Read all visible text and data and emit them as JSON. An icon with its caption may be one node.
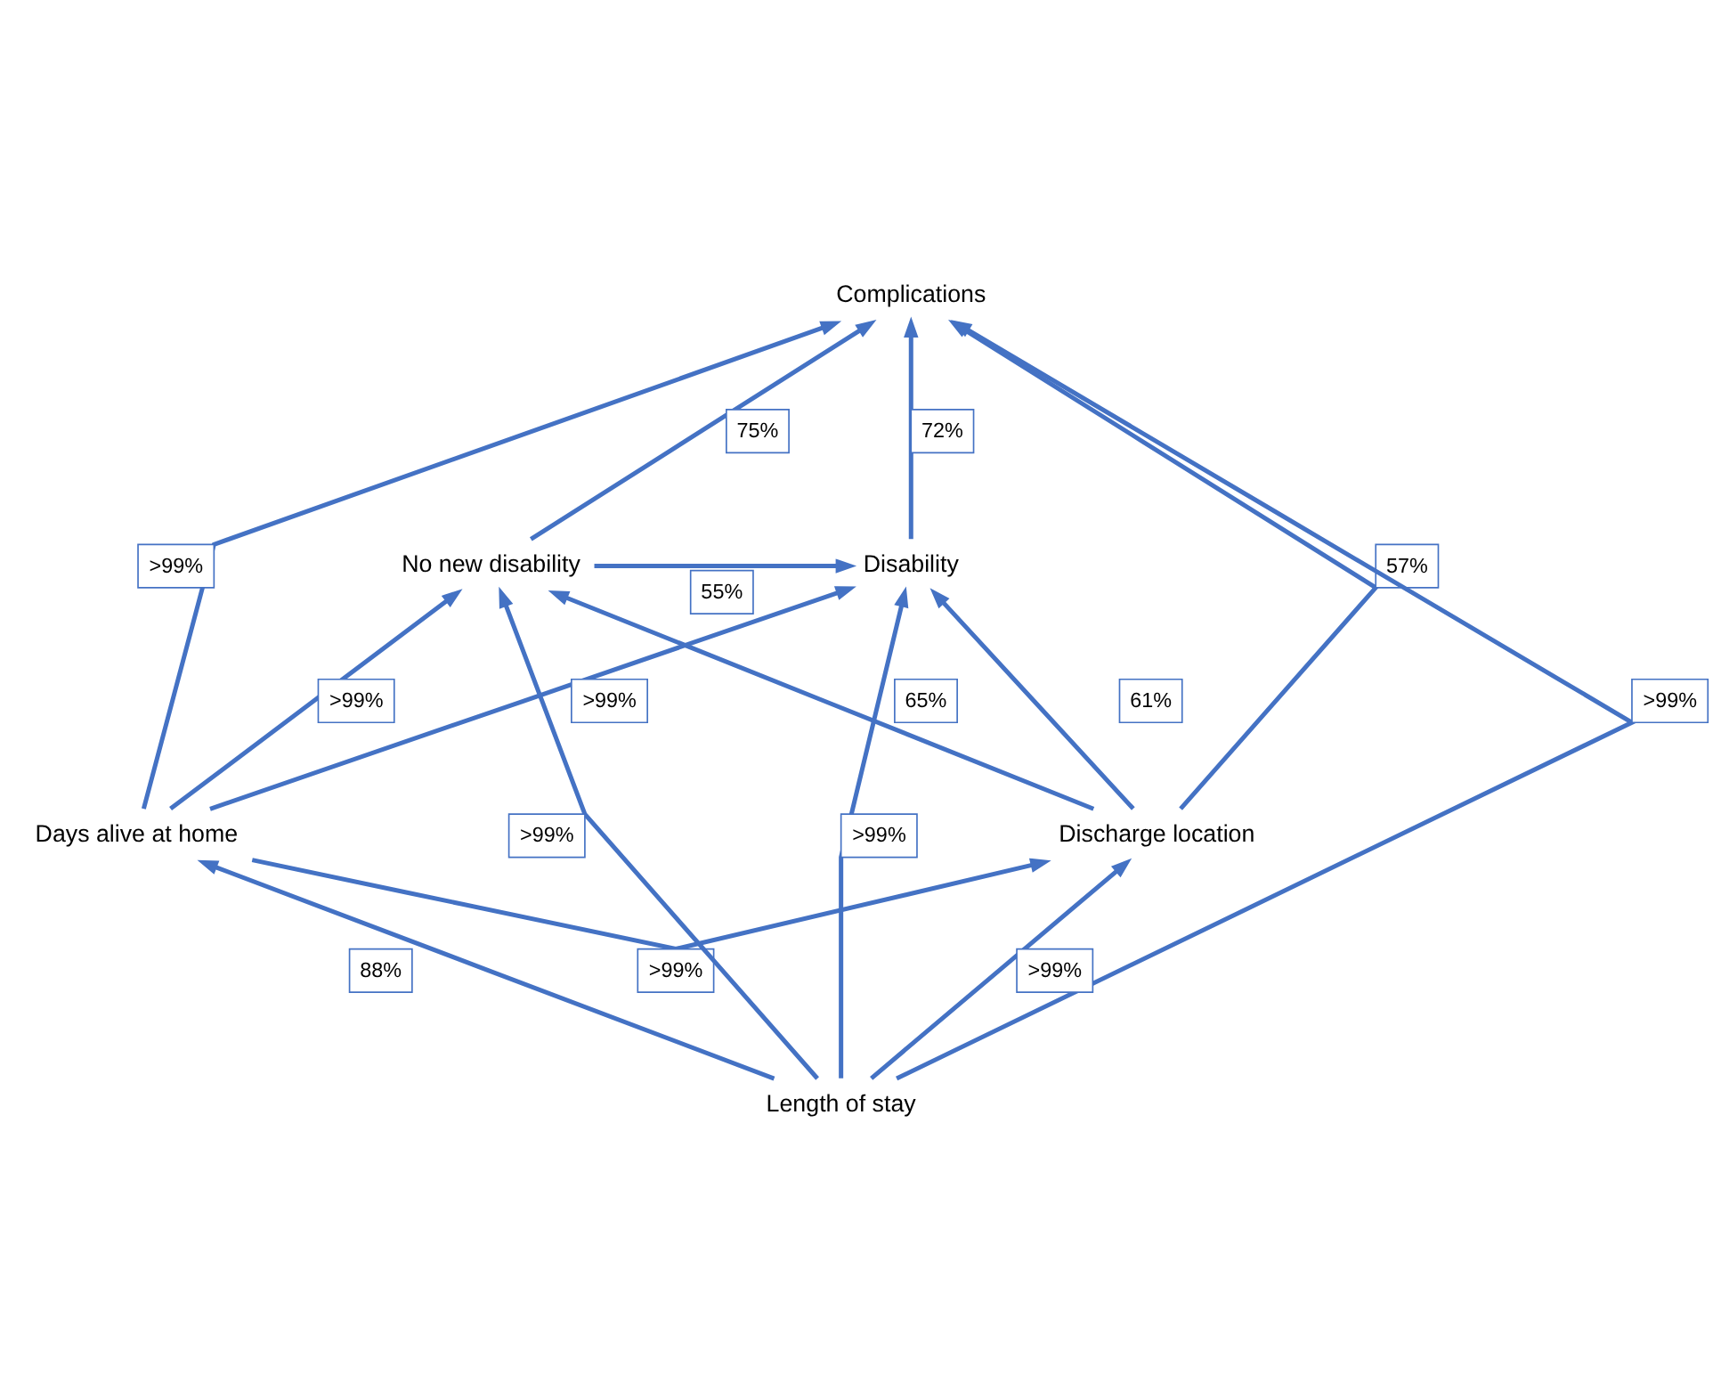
{
  "diagram": {
    "nodes": [
      {
        "text": [
          "Complications"
        ]
      },
      {
        "text": [
          "Disability"
        ]
      },
      {
        "text": [
          "No new disability"
        ]
      },
      {
        "text": [
          "Discharge location"
        ]
      },
      {
        "text": [
          "Days alive at home"
        ]
      },
      {
        "text": [
          "Length of stay"
        ]
      }
    ],
    "edges": [
      {
        "from": 1,
        "to": 0,
        "arrow": "to",
        "label": "72%"
      },
      {
        "from": 2,
        "to": 0,
        "arrow": "to",
        "label": "75%"
      },
      {
        "from": 3,
        "to": 0,
        "arrow": "to",
        "label": "57%"
      },
      {
        "from": 4,
        "to": 0,
        "arrow": "to",
        "label": ">99%"
      },
      {
        "from": 5,
        "to": 0,
        "arrow": "to",
        "label": ">99%"
      },
      {
        "from": 2,
        "to": 1,
        "arrow": "to",
        "label": "55%"
      },
      {
        "from": 4,
        "to": 1,
        "arrow": "to",
        "label": ">99%"
      },
      {
        "from": 5,
        "to": 1,
        "arrow": "to",
        "label": ">99%"
      },
      {
        "from": 3,
        "to": 1,
        "arrow": "to",
        "label": "61%"
      },
      {
        "from": 3,
        "to": 2,
        "arrow": "to",
        "label": "65%"
      },
      {
        "from": 4,
        "to": 2,
        "arrow": "to",
        "label": ">99%"
      },
      {
        "from": 5,
        "to": 2,
        "arrow": "to",
        "label": ">99%"
      },
      {
        "from": 4,
        "to": 3,
        "arrow": "to",
        "label": ">99%"
      },
      {
        "from": 5,
        "to": 3,
        "arrow": "to",
        "label": ">99%"
      },
      {
        "from": 5,
        "to": 4,
        "arrow": "to",
        "label": "88%"
      }
    ]
  }
}
